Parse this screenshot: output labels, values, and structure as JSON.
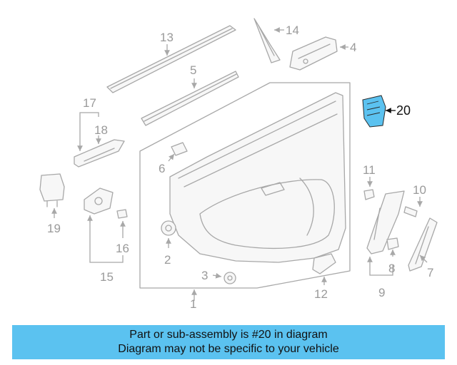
{
  "callouts": {
    "p1": "1",
    "p2": "2",
    "p3": "3",
    "p4": "4",
    "p5": "5",
    "p6": "6",
    "p7": "7",
    "p8": "8",
    "p9": "9",
    "p10": "10",
    "p11": "11",
    "p12": "12",
    "p13": "13",
    "p14": "14",
    "p15": "15",
    "p16": "16",
    "p17": "17",
    "p18": "18",
    "p19": "19",
    "p20": "20"
  },
  "highlight": {
    "part_number": "20",
    "color": "#5bc2f0"
  },
  "banner": {
    "line1": "Part or sub-assembly is #20 in diagram",
    "line2": "Diagram may not be specific to your vehicle",
    "color": "#5bc2f0"
  }
}
